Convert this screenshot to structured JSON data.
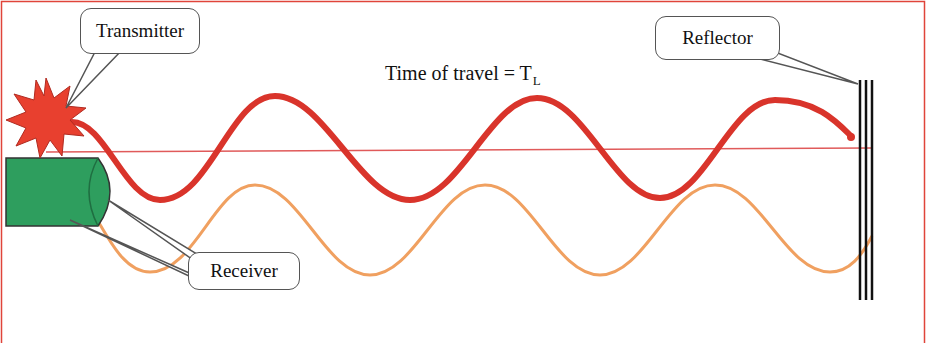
{
  "diagram": {
    "nodes": [
      {
        "text": [
          "Transmitter"
        ]
      },
      {
        "text": [
          "Reflector"
        ]
      },
      {
        "text": [
          "Receiver"
        ]
      }
    ],
    "labels": [
      "Time of travel = T",
      "L"
    ]
  }
}
